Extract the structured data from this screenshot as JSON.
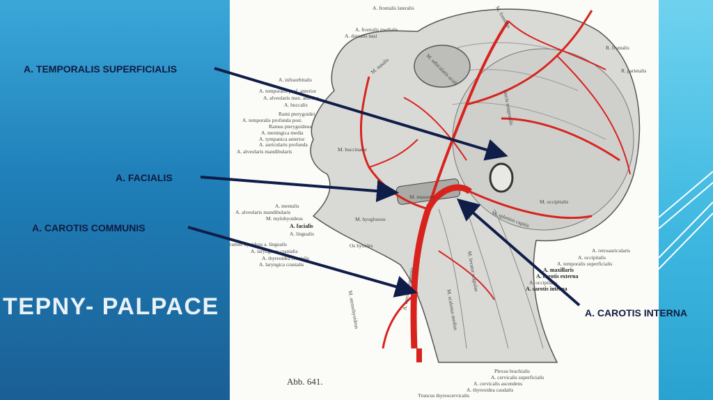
{
  "slide": {
    "title": "TEPNY- PALPACE",
    "colors": {
      "background": "#1f7fb8",
      "accent_light": "#5cc8ea",
      "label_text": "#101a40",
      "arrow": "#0f1d48",
      "artery_red": "#d8231d"
    }
  },
  "callouts": {
    "temporalis": "A. TEMPORALIS SUPERFICIALIS",
    "facialis": "A. FACIALIS",
    "carotis_communis": "A. CAROTIS COMMUNIS",
    "carotis_interna": "A. CAROTIS INTERNA"
  },
  "figure": {
    "caption": "Abb. 641.",
    "left_labels": [
      "A. frontalis lateralis",
      "A. frontalis medialis",
      "A. dorsalis nasi",
      "A. infraorbitalis",
      "A. temporalis prof. anterior",
      "A. alveolaris max. anterior",
      "A. buccalis",
      "Rami pterygoidei",
      "A. temporalis profunda post.",
      "Ramus pterygoideus",
      "A. meningica media",
      "A. tympanica anterior",
      "A. auricularis profunda",
      "A. alveolaris mandibularis",
      "A. mentalis",
      "A. alveolaris mandibularis",
      "M. mylohyoideus",
      "A. facialis",
      "A. lingualis",
      "ramus hyoideus a. lingualis",
      "A. laryngicus cranialis",
      "A. thyreoidea cranialis",
      "A. laryngica cranialis"
    ],
    "right_labels": [
      "R. frontalis",
      "R. parietalis",
      "A. retroauricularis",
      "A. occipitalis",
      "A. temporalis superficialis",
      "A. maxillaris",
      "A. carotis externa",
      "A. occipitalis",
      "A. carotis interna"
    ],
    "bottom_labels": [
      "Plexus brachialis",
      "A. cervicalis superficialis",
      "A. cervicalis ascendens",
      "A. thyreoidea caudalis",
      "Truncus thyreocervicalis"
    ],
    "muscle_labels": [
      "M. frontalis",
      "fascia temporalis",
      "M. occipitalis",
      "M. splenius capitis",
      "M. levator scapulae",
      "M. scalenus medius",
      "A. carotis communis",
      "M. sternohyoideus",
      "M. hyoglossus",
      "Os hyoides",
      "M. masseter",
      "M. orbicularis oculi",
      "M. nasalis",
      "M. buccinator"
    ]
  }
}
